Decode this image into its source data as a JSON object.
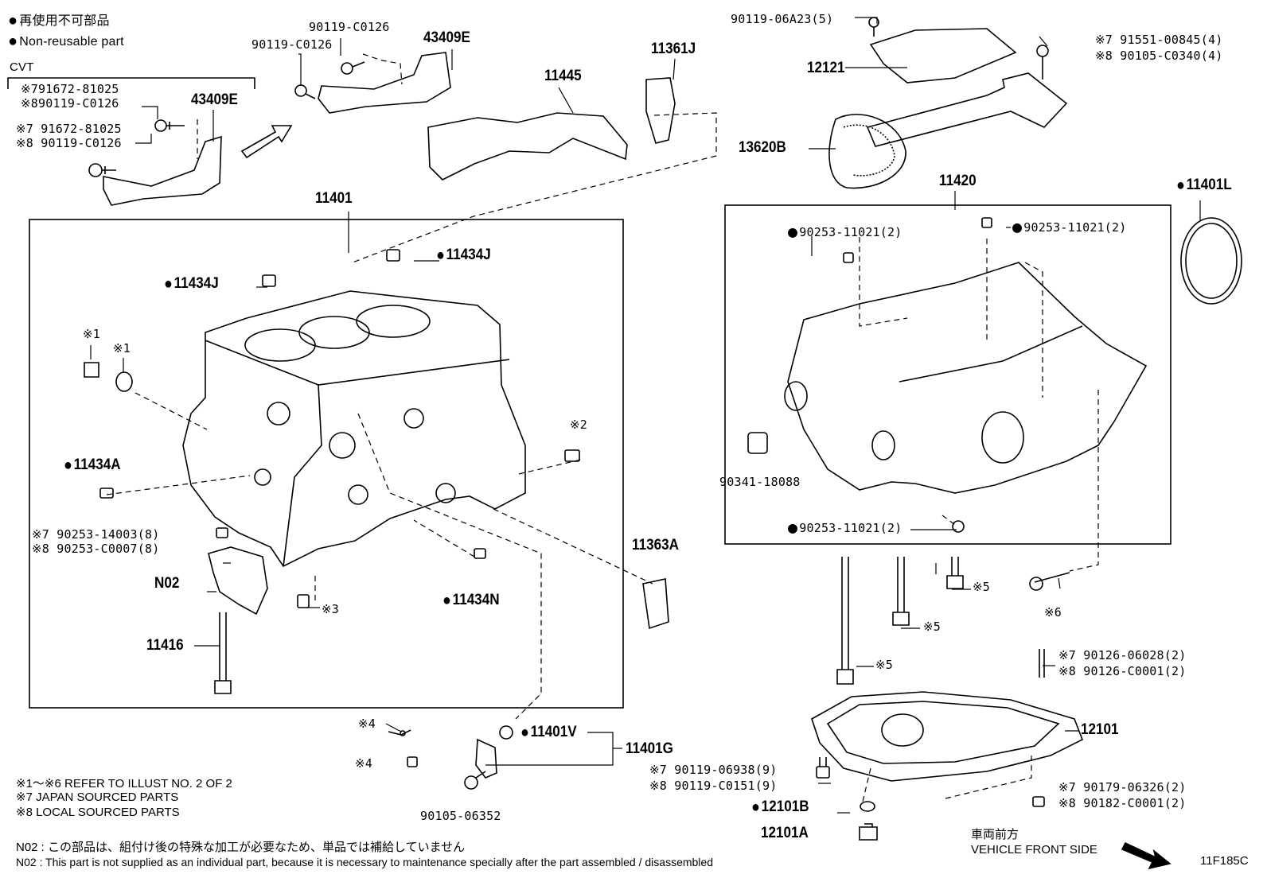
{
  "legend": {
    "non_reusable_ja": "再使用不可部品",
    "non_reusable_en": "Non-reusable part",
    "cvt": "CVT"
  },
  "notes": {
    "n1": "※1～※6 REFER TO ILLUST NO. 2 OF 2",
    "n7": "※7 JAPAN SOURCED PARTS",
    "n8": "※8 LOCAL SOURCED PARTS",
    "n02_ja": "N02 : この部品は、組付け後の特殊な加工が必要なため、単品では補給していません",
    "n02_en": "N02 : This part is not supplied as an individual part, because it is necessary to maintenance specially after the part assembled / disassembled"
  },
  "direction": {
    "ja": "車両前方",
    "en": "VEHICLE FRONT SIDE"
  },
  "figure_id": "11F185C",
  "labels": {
    "cvt1": "※791672-81025",
    "cvt2": "※890119-C0126",
    "bolt_j7": "※7 91672-81025",
    "bolt_j8": "※8 90119-C0126",
    "p43409e_left": "43409E",
    "p90119_top": "90119-C0126",
    "p90119_mid": "90119-C0126",
    "p43409e_top": "43409E",
    "p11445": "11445",
    "p11361j": "11361J",
    "p90119_06a23": "90119-06A23(5)",
    "p12121": "12121",
    "p91551": "※7  91551-00845(4)",
    "p90105_c0340": "※8  90105-C0340(4)",
    "p13620b": "13620B",
    "p11401": "11401",
    "p11420": "11420",
    "p11401l": "11401L",
    "p11434j_top": "11434J",
    "p11434j_left": "11434J",
    "x1a": "※1",
    "x1b": "※1",
    "x2": "※2",
    "p11434a": "11434A",
    "p90253_14003": "※7 90253-14003(8)",
    "p90253_c0007": "※8 90253-C0007(8)",
    "n02": "N02",
    "x3": "※3",
    "p11434n": "11434N",
    "p11416": "11416",
    "p11363a": "11363A",
    "p90253_a": "90253-11021(2)",
    "p90253_b": "90253-11021(2)",
    "p90341": "90341-18088",
    "p90253_c": "90253-11021(2)",
    "x5a": "※5",
    "x5b": "※5",
    "x5c": "※5",
    "x6": "※6",
    "p90126_a": "※7  90126-06028(2)",
    "p90126_b": "※8  90126-C0001(2)",
    "p12101": "12101",
    "x4a": "※4",
    "x4b": "※4",
    "p11401v": "11401V",
    "p11401g": "11401G",
    "p90105_06352": "90105-06352",
    "p90119_06938": "※7  90119-06938(9)",
    "p90119_c0151": "※8  90119-C0151(9)",
    "p90179": "※7  90179-06326(2)",
    "p90182": "※8  90182-C0001(2)",
    "p12101b": "12101B",
    "p12101a": "12101A"
  }
}
